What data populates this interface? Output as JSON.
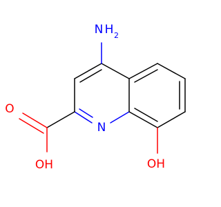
{
  "molecule": {
    "atoms": {
      "amino_group": {
        "symbol": "N",
        "hydrogens": "H",
        "count": "2",
        "color": "#0000ff"
      },
      "ring_nitrogen": {
        "symbol": "N",
        "color": "#0000ff"
      },
      "carbonyl_oxygen": {
        "symbol": "O",
        "color": "#ff0000"
      },
      "carboxyl_hydroxyl": {
        "symbol": "OH",
        "color": "#ff0000"
      },
      "phenol_hydroxyl": {
        "symbol": "OH",
        "color": "#ff0000"
      }
    },
    "bond_color": "#000000"
  }
}
